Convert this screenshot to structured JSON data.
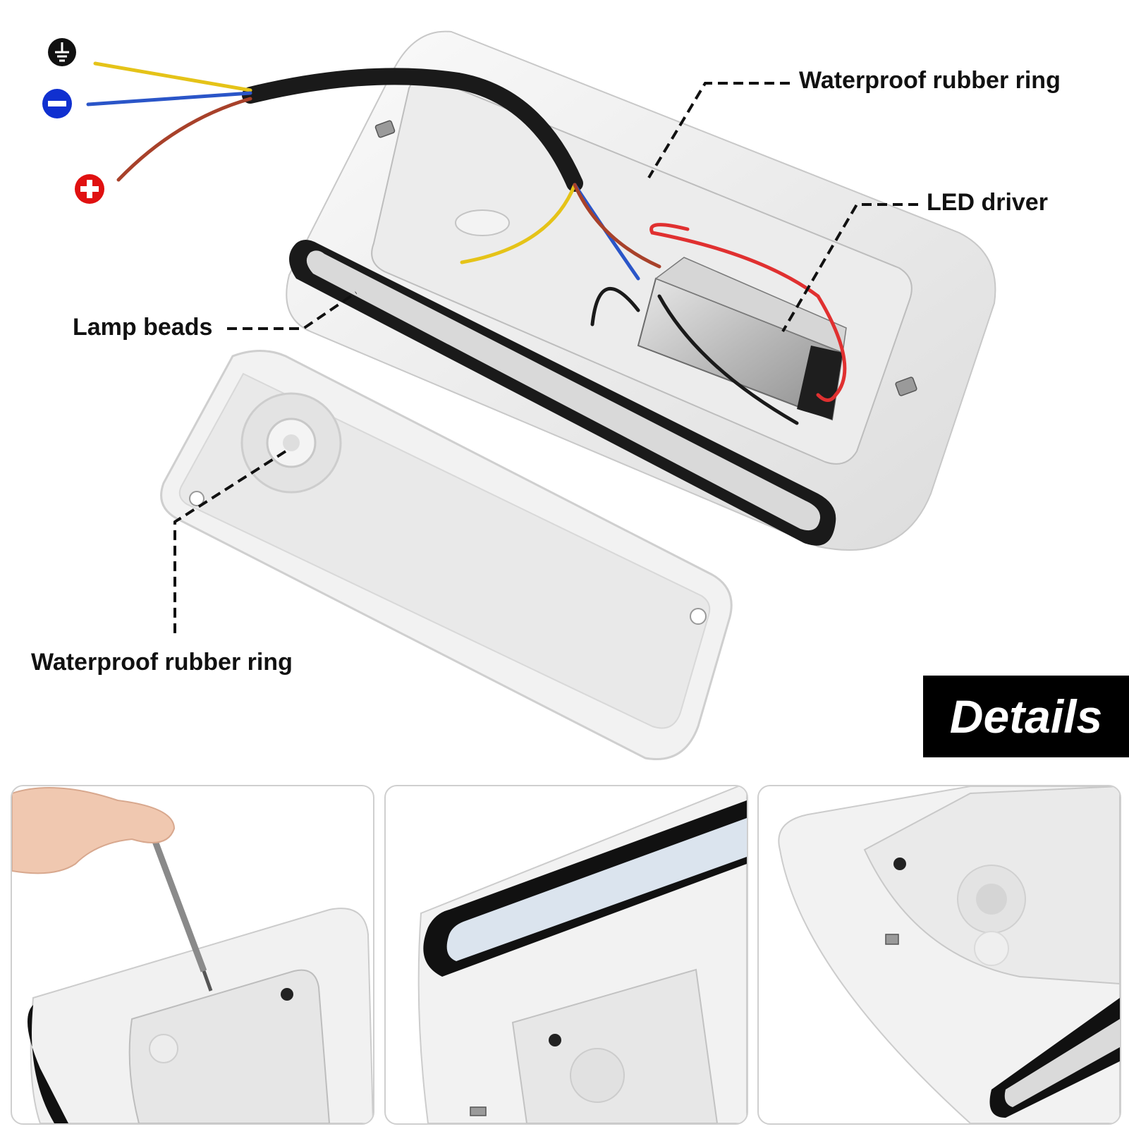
{
  "labels": {
    "waterproof_ring_top": "Waterproof rubber ring",
    "led_driver": "LED driver",
    "lamp_beads": "Lamp beads",
    "waterproof_ring_bottom": "Waterproof rubber ring"
  },
  "banner": {
    "text": "Details"
  },
  "wire_terminals": [
    {
      "icon": "ground-icon",
      "color": "#111111"
    },
    {
      "icon": "minus-icon",
      "color": "#1030d0"
    },
    {
      "icon": "plus-icon",
      "color": "#e01010"
    }
  ],
  "wire_colors": {
    "earth": "#e5c318",
    "neutral": "#2a55c8",
    "live": "#a8412a",
    "cable": "#1a1a1a"
  },
  "detail_panels": [
    {
      "name": "screwdriver-detail"
    },
    {
      "name": "lamp-strip-detail"
    },
    {
      "name": "back-plate-detail"
    }
  ]
}
